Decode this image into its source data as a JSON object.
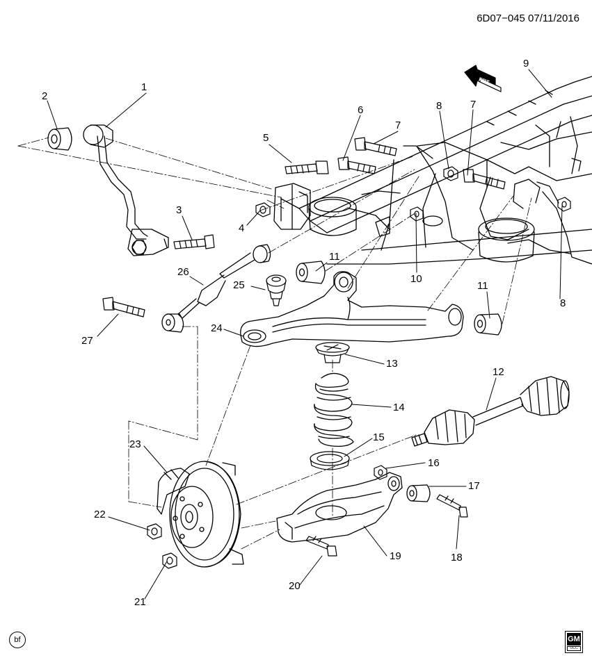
{
  "header": {
    "code": "6D07−045  07/11/2016"
  },
  "front_indicator": {
    "label": "FRT"
  },
  "callouts": [
    "1",
    "2",
    "3",
    "4",
    "5",
    "6",
    "7",
    "7",
    "8",
    "8",
    "9",
    "10",
    "11",
    "11",
    "12",
    "13",
    "14",
    "15",
    "16",
    "17",
    "18",
    "19",
    "20",
    "21",
    "22",
    "23",
    "24",
    "25",
    "26",
    "27"
  ],
  "logos": {
    "left": "bf",
    "right": "GM",
    "right_sub": "OCC"
  },
  "colors": {
    "line": "#000000",
    "background": "#ffffff",
    "hatch": "#bbbbbb"
  },
  "parts": [
    "stabilizer-bar",
    "stabilizer-bushing",
    "bracket-bolt",
    "stabilizer-nut",
    "crossmember-bolt",
    "upper-arm-bolt",
    "frame-bolt",
    "frame-nut",
    "frame",
    "frame-nut-10",
    "upper-arm-bushing",
    "axle-shaft",
    "spring-upper-insulator",
    "coil-spring",
    "spring-lower-insulator",
    "lower-arm-nut",
    "lower-arm-bushing",
    "lower-arm-bolt",
    "lower-control-arm",
    "knuckle-bolt",
    "hub-nut",
    "wheel-stud-nut",
    "knuckle-hub-brake",
    "upper-control-arm",
    "ball-joint",
    "toe-link",
    "toe-link-bolt"
  ]
}
